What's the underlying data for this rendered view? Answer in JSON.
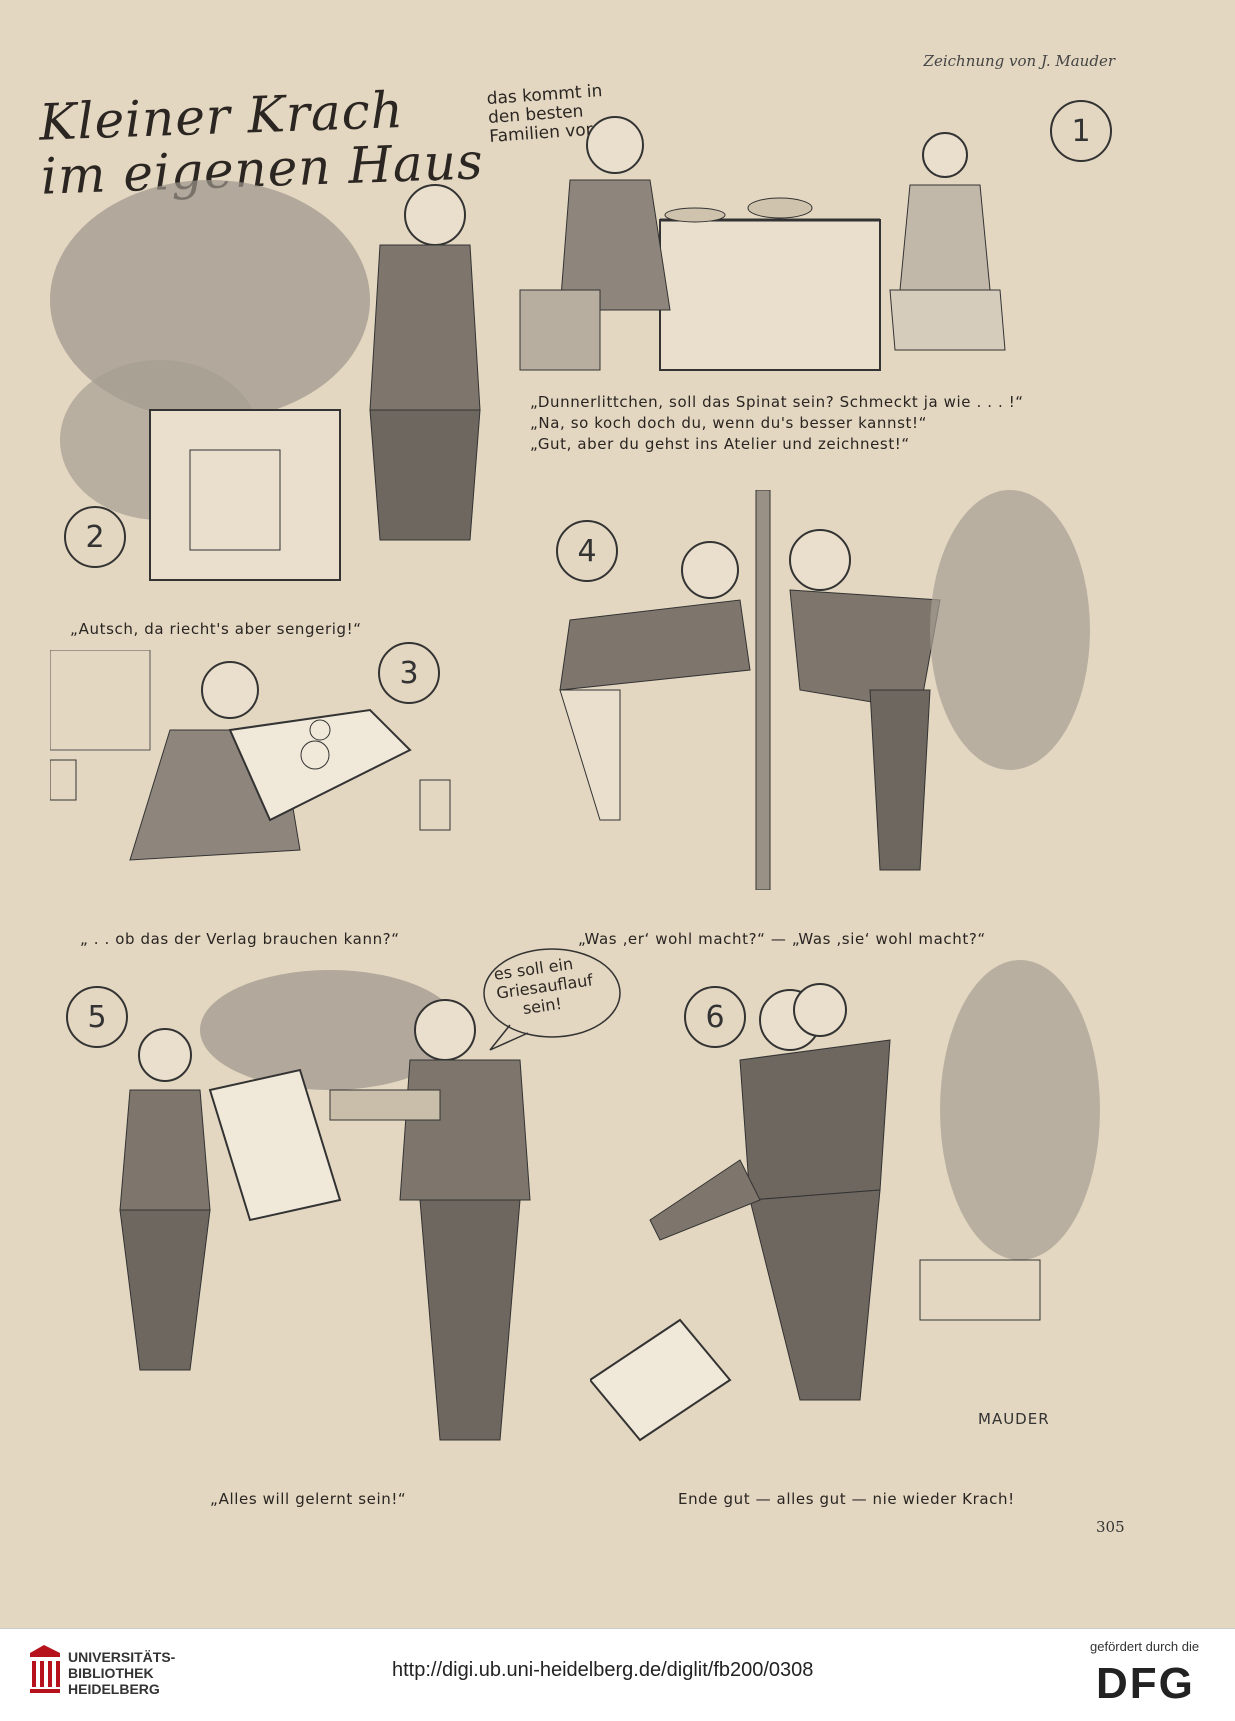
{
  "page": {
    "credit": "Zeichnung von J. Mauder",
    "title_line1": "Kleiner Krach",
    "title_line2": "im eigenen Haus",
    "bubble_1": [
      "das kommt in",
      "den besten",
      "Familien vor"
    ],
    "panel_numbers": [
      "1",
      "2",
      "3",
      "4",
      "5",
      "6"
    ],
    "caption_1": [
      "„Dunnerlittchen, soll das Spinat sein? Schmeckt ja wie . . . !“",
      "„Na, so koch doch du, wenn du's besser kannst!“",
      "„Gut, aber du gehst ins Atelier und zeichnest!“"
    ],
    "caption_2": "„Autsch, da riecht's aber sengerig!“",
    "caption_3": "„ . . ob das der Verlag brauchen kann?“",
    "caption_4": "„Was ‚er‘ wohl macht?“ — „Was ‚sie‘ wohl macht?“",
    "bubble_5": [
      "es soll ein",
      "Griesauflauf",
      "sein!"
    ],
    "caption_5": "„Alles will gelernt sein!“",
    "caption_6": "Ende gut — alles gut — nie wieder Krach!",
    "signature": "MAUDER",
    "page_number": "305"
  },
  "footer": {
    "library_line1": "UNIVERSITÄTS-",
    "library_line2": "BIBLIOTHEK",
    "library_line3": "HEIDELBERG",
    "url": "http://digi.ub.uni-heidelberg.de/diglit/fb200/0308",
    "sponsor_text": "gefördert durch die",
    "sponsor_logo": "DFG"
  }
}
